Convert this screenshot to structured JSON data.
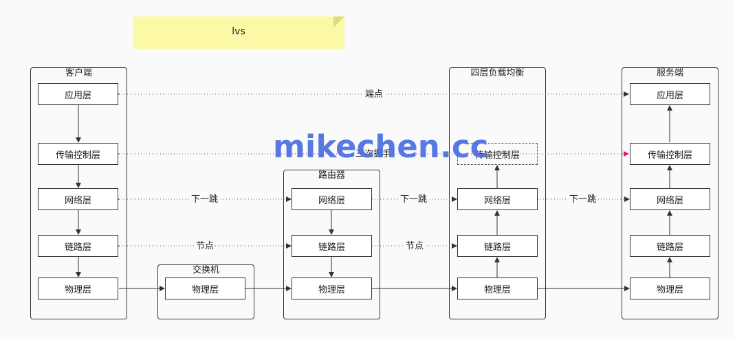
{
  "note": {
    "text": "lvs"
  },
  "groups": {
    "client": "客户端",
    "router": "路由器",
    "switch": "交换机",
    "lb": "四层负载均衡",
    "server": "服务端"
  },
  "layers": {
    "app": "应用层",
    "transport": "传输控制层",
    "network": "网络层",
    "link": "链路层",
    "physical": "物理层"
  },
  "labels": {
    "endpoint": "端点",
    "handshake": "三次握手",
    "next_hop": "下一跳",
    "node": "节点"
  },
  "watermark": "mikechen.cc",
  "colors": {
    "note": "#fbf8a6",
    "handshake_line": "#e0157a",
    "watermark": "#4a6fe0"
  }
}
